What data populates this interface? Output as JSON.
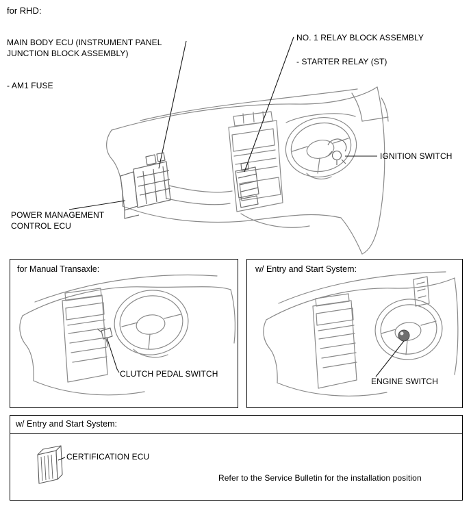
{
  "page": {
    "heading": "for RHD:"
  },
  "main_diagram": {
    "labels": {
      "main_body_ecu": "MAIN BODY ECU (INSTRUMENT PANEL JUNCTION BLOCK ASSEMBLY)",
      "am1_fuse": "- AM1 FUSE",
      "relay_block": "NO. 1 RELAY BLOCK ASSEMBLY",
      "starter_relay": "- STARTER RELAY (ST)",
      "ignition_switch": "IGNITION SWITCH",
      "power_management_ecu": "POWER MANAGEMENT CONTROL ECU"
    }
  },
  "manual_transaxle_box": {
    "title": "for Manual Transaxle:",
    "clutch_pedal_switch": "CLUTCH PEDAL SWITCH"
  },
  "entry_start_box": {
    "title": "w/ Entry and Start System:",
    "engine_switch": "ENGINE SWITCH"
  },
  "certification_box": {
    "title": "w/ Entry and Start System:",
    "certification_ecu": "CERTIFICATION ECU",
    "note": "Refer to the Service Bulletin for the installation position"
  },
  "colors": {
    "background": "#ffffff",
    "text": "#000000",
    "box_border": "#000000",
    "line_art_gray": "#8a8a8a",
    "component_gray": "#6f6f6f",
    "leader_line": "#1a1a1a"
  }
}
